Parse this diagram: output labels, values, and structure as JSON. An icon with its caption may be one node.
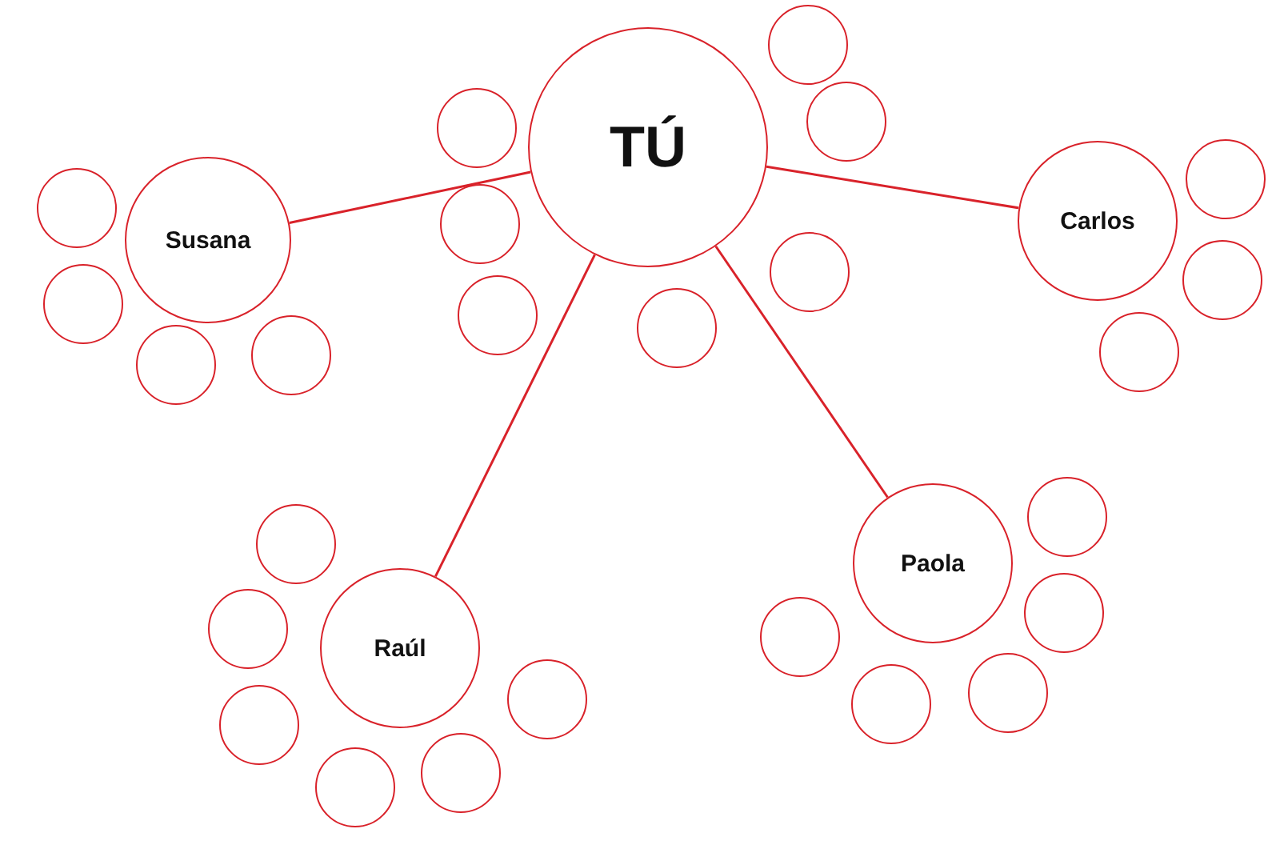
{
  "diagram": {
    "nodes": [
      {
        "text": [
          "TÚ"
        ]
      },
      {
        "text": [],
        "shape": "circle"
      },
      {
        "text": [],
        "shape": "circle"
      },
      {
        "text": [],
        "shape": "circle"
      },
      {
        "text": [],
        "shape": "circle"
      },
      {
        "text": [],
        "shape": "circle"
      },
      {
        "text": [],
        "shape": "circle"
      },
      {
        "text": [],
        "shape": "circle"
      },
      {
        "text": [
          "Susana"
        ]
      },
      {
        "text": [],
        "shape": "circle"
      },
      {
        "text": [],
        "shape": "circle"
      },
      {
        "text": [],
        "shape": "circle"
      },
      {
        "text": [],
        "shape": "circle"
      },
      {
        "text": [
          "Carlos"
        ]
      },
      {
        "text": [],
        "shape": "circle"
      },
      {
        "text": [],
        "shape": "circle"
      },
      {
        "text": [],
        "shape": "circle"
      },
      {
        "text": [
          "Raúl"
        ]
      },
      {
        "text": [],
        "shape": "circle"
      },
      {
        "text": [],
        "shape": "circle"
      },
      {
        "text": [],
        "shape": "circle"
      },
      {
        "text": [],
        "shape": "circle"
      },
      {
        "text": [],
        "shape": "circle"
      },
      {
        "text": [],
        "shape": "circle"
      },
      {
        "text": [
          "Paola"
        ]
      },
      {
        "text": [],
        "shape": "circle"
      },
      {
        "text": [],
        "shape": "circle"
      },
      {
        "text": [],
        "shape": "circle"
      },
      {
        "text": [],
        "shape": "circle"
      },
      {
        "text": [],
        "shape": "circle"
      }
    ],
    "edges": [
      {
        "from": 0,
        "to": 8,
        "arrow": "none"
      },
      {
        "from": 0,
        "to": 13,
        "arrow": "none"
      },
      {
        "from": 0,
        "to": 17,
        "arrow": "none"
      },
      {
        "from": 0,
        "to": 24,
        "arrow": "none"
      }
    ]
  }
}
